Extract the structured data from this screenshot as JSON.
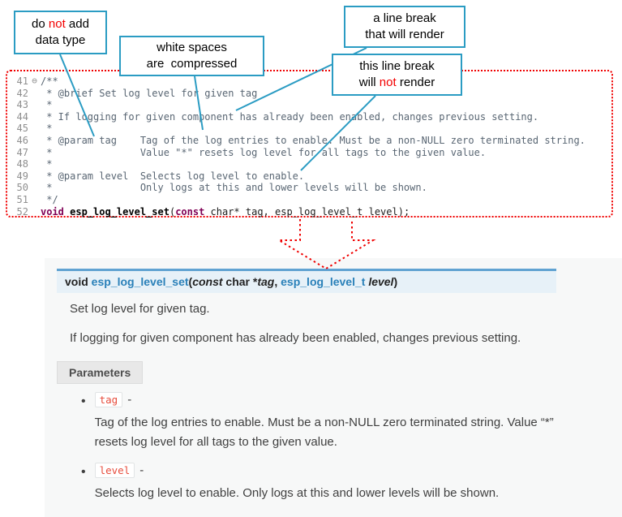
{
  "colors": {
    "callout_accent": "#2b9cc3",
    "annotation_red": "#f00000",
    "docs_signature_border": "#61a3d2",
    "docs_signature_bg": "#e7f1f8",
    "param_literal_red": "#e74c3c",
    "keyword_purple": "#7f0055"
  },
  "callouts": {
    "box1": {
      "l1a": "do ",
      "l1b": "not",
      "l1c": " add",
      "l2": "data type"
    },
    "box2": {
      "l1": "white spaces",
      "l2": "are  compressed"
    },
    "box3": {
      "l1": "a line break",
      "l2": "that will render"
    },
    "box4": {
      "l1": "this line break",
      "l2a": "will ",
      "l2b": "not",
      "l2c": " render"
    }
  },
  "editor": {
    "fold_icon": "⊖",
    "lines": [
      {
        "num": "41",
        "text": "/**"
      },
      {
        "num": "42",
        "text": " * @brief Set log level for given tag"
      },
      {
        "num": "43",
        "text": " *"
      },
      {
        "num": "44",
        "text": " * If logging for given component has already been enabled, changes previous setting."
      },
      {
        "num": "45",
        "text": " *"
      },
      {
        "num": "46",
        "text": " * @param tag    Tag of the log entries to enable. Must be a non-NULL zero terminated string."
      },
      {
        "num": "47",
        "text": " *               Value \"*\" resets log level for all tags to the given value."
      },
      {
        "num": "48",
        "text": " *"
      },
      {
        "num": "49",
        "text": " * @param level  Selects log level to enable."
      },
      {
        "num": "50",
        "text": " *               Only logs at this and lower levels will be shown."
      },
      {
        "num": "51",
        "text": " */"
      }
    ],
    "sig_line": {
      "num": "52",
      "kw1": "void ",
      "name": "esp_log_level_set",
      "open": "(",
      "kw2": "const",
      "rest": " char* tag, esp_log_level_t level);"
    }
  },
  "docs": {
    "signature": {
      "kw": "void ",
      "name": "esp_log_level_set",
      "open": "(",
      "const_kw": "const",
      "sep1": " char *",
      "param1": "tag",
      "sep2": ", ",
      "type2": "esp_log_level_t",
      "sep3": " ",
      "param2": "level",
      "close": ")"
    },
    "para1": "Set log level for given tag.",
    "para2": "If logging for given component has already been enabled, changes previous setting.",
    "params_label": "Parameters",
    "bullet": "•",
    "dash": "-",
    "params": [
      {
        "name": "tag",
        "desc": "Tag of the log entries to enable. Must be a non-NULL zero terminated string. Value “*” resets log level for all tags to the given value."
      },
      {
        "name": "level",
        "desc": "Selects log level to enable. Only logs at this and lower levels will be shown."
      }
    ]
  }
}
